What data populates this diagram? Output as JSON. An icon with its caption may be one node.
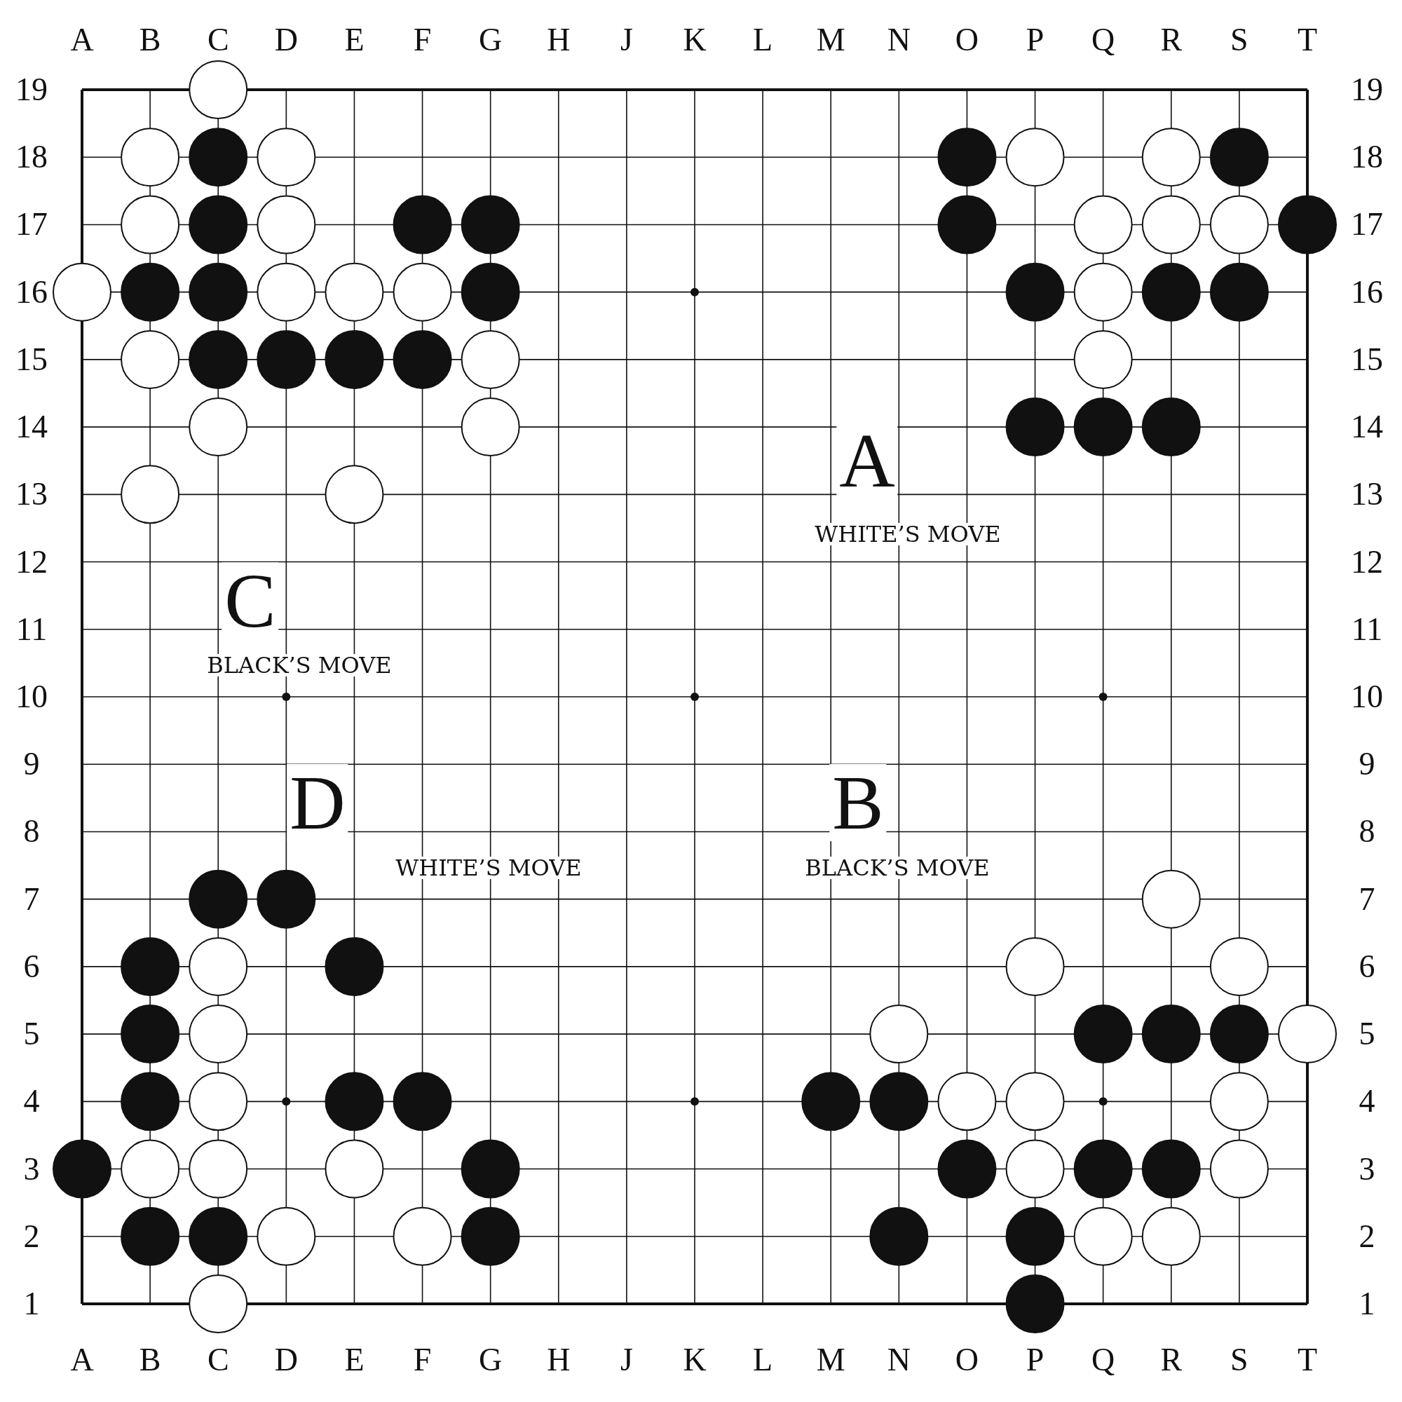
{
  "diagram": {
    "labels": [
      "A",
      "B",
      "C",
      "D",
      "E",
      "F",
      "G",
      "H",
      "J",
      "K",
      "L",
      "M",
      "N",
      "O",
      "P",
      "Q",
      "R",
      "S",
      "T",
      "19",
      "18",
      "17",
      "16",
      "15",
      "14",
      "13",
      "12",
      "11",
      "10",
      "9",
      "8",
      "7",
      "6",
      "5",
      "4",
      "3",
      "2",
      "1",
      "19",
      "18",
      "17",
      "16",
      "15",
      "14",
      "13",
      "12",
      "11",
      "10",
      "9",
      "8",
      "7",
      "6",
      "5",
      "4",
      "3",
      "2",
      "1",
      "A",
      "B",
      "C",
      "D",
      "E",
      "F",
      "G",
      "H",
      "J",
      "K",
      "L",
      "M",
      "N",
      "O",
      "P",
      "Q",
      "R",
      "S",
      "T",
      "A",
      "WHITE’S MOVE",
      "C",
      "BLACK’S MOVE",
      "D",
      "WHITE’S MOVE",
      "B",
      "BLACK’S MOVE"
    ]
  }
}
